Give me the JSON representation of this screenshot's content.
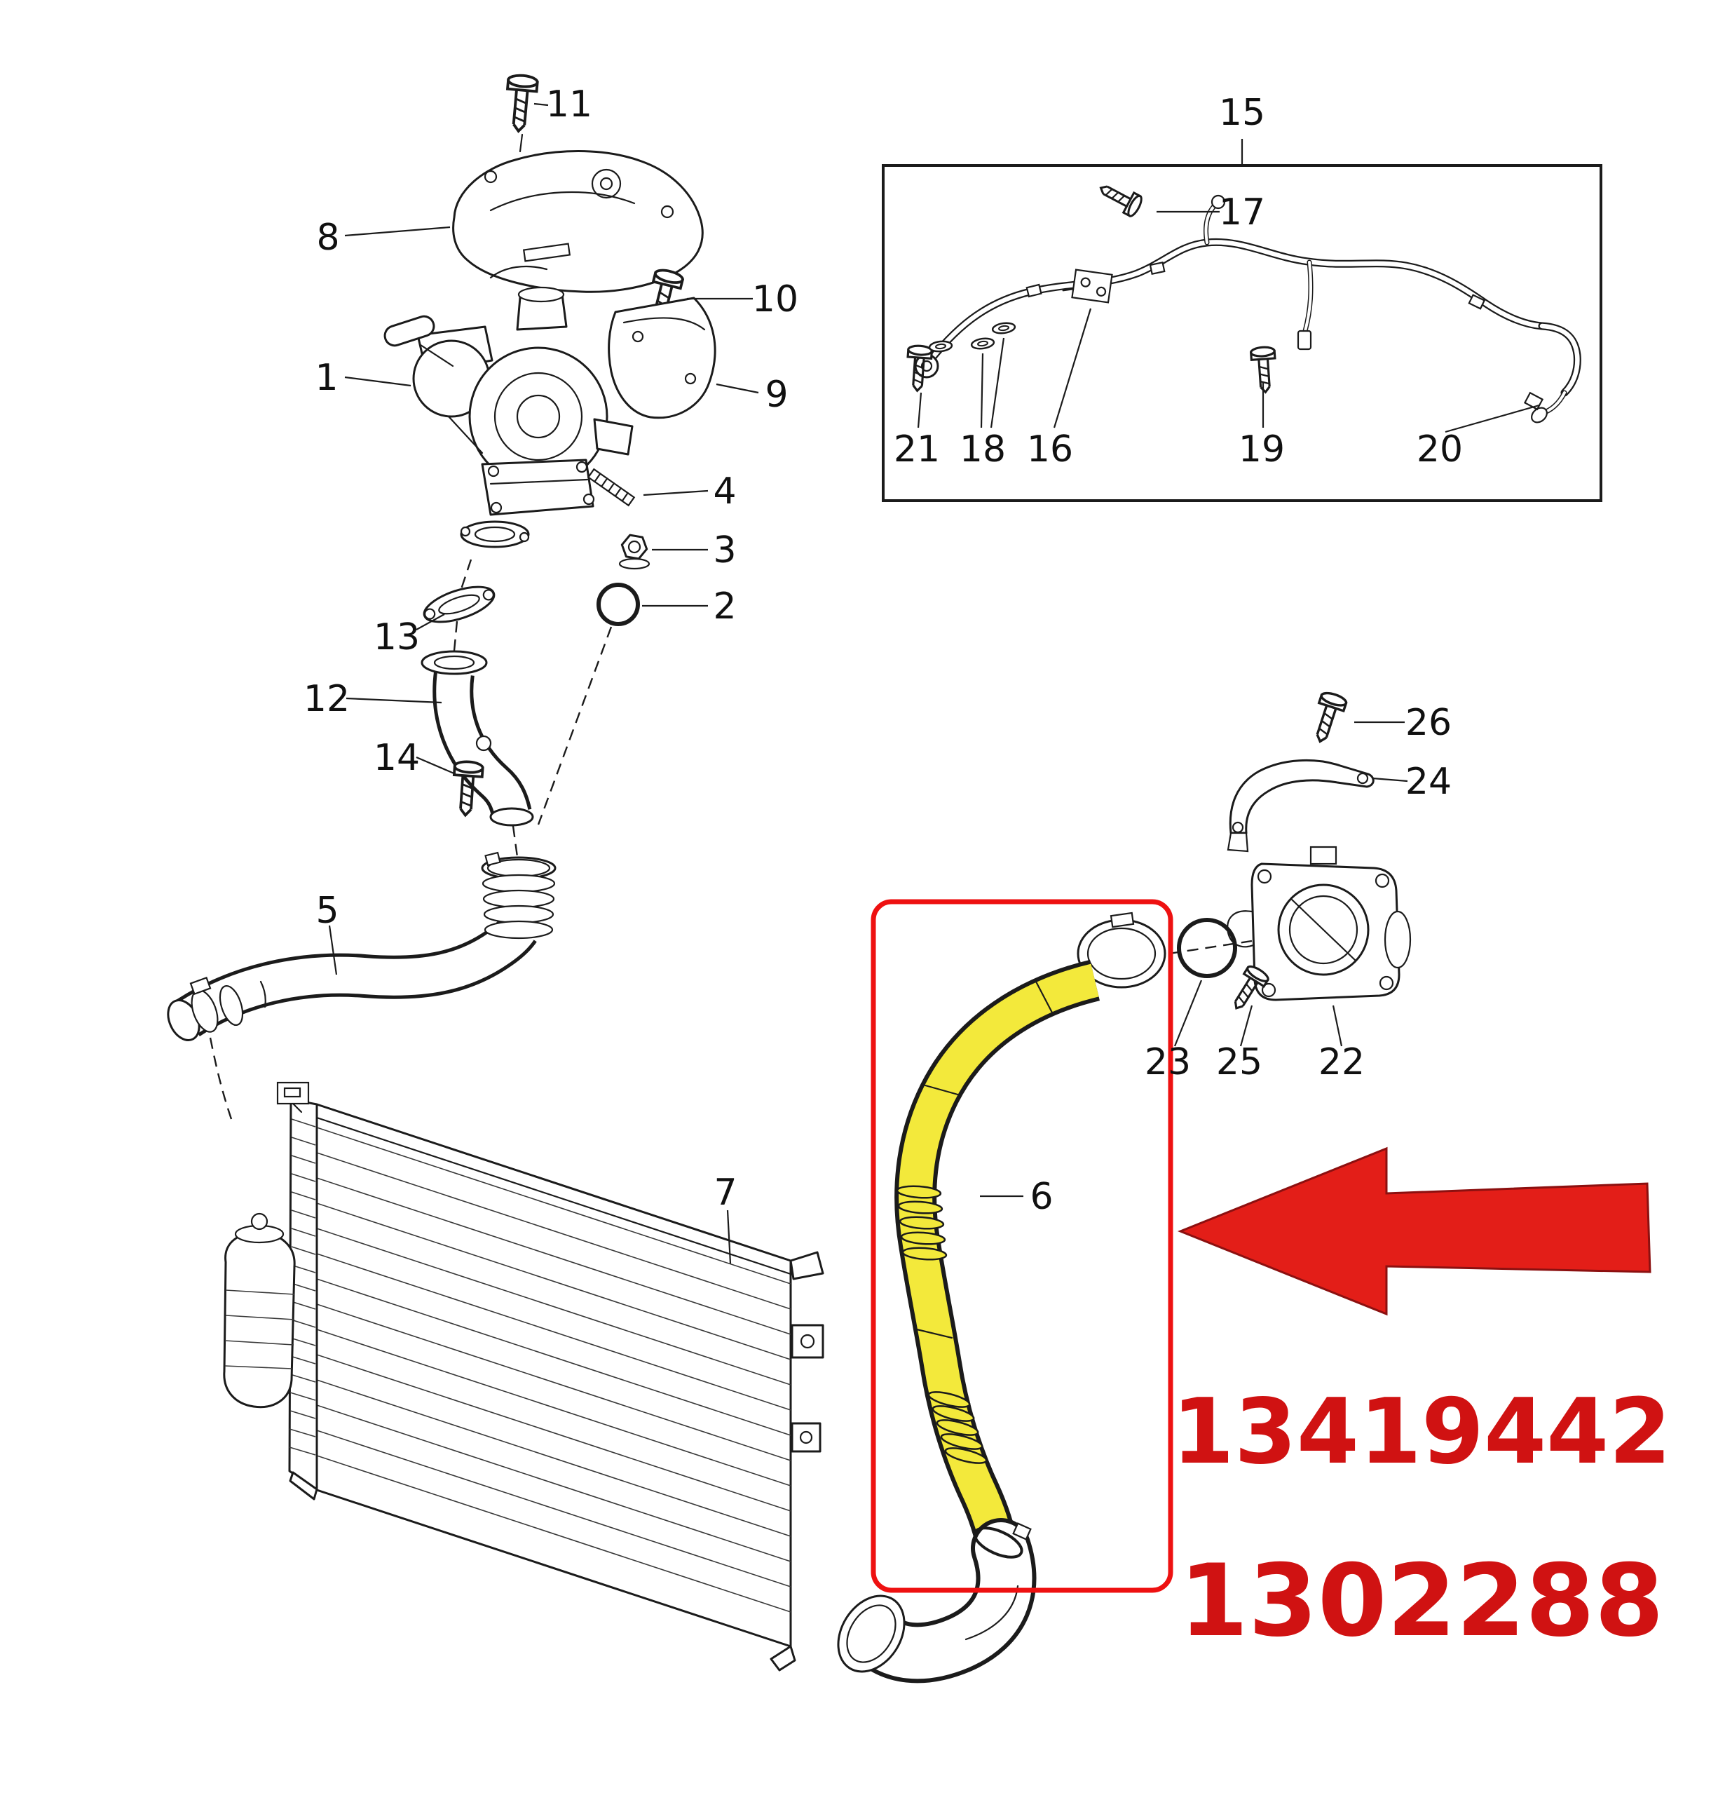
{
  "diagram": {
    "callouts": {
      "c1": "1",
      "c2": "2",
      "c3": "3",
      "c4": "4",
      "c5": "5",
      "c6": "6",
      "c7": "7",
      "c8": "8",
      "c9": "9",
      "c10": "10",
      "c11": "11",
      "c12": "12",
      "c13": "13",
      "c14": "14",
      "c15": "15",
      "c16": "16",
      "c17": "17",
      "c18": "18",
      "c19": "19",
      "c20": "20",
      "c21": "21",
      "c22": "22",
      "c23": "23",
      "c24": "24",
      "c25": "25",
      "c26": "26"
    },
    "part_numbers": {
      "primary": "13419442",
      "secondary": "1302288"
    },
    "colors": {
      "accent_red": "#e31e18",
      "box_red": "#ee1111",
      "number_red": "#d01212",
      "hose_yellow": "#f3e93b",
      "line": "#1b1b1b",
      "background": "#ffffff"
    }
  }
}
